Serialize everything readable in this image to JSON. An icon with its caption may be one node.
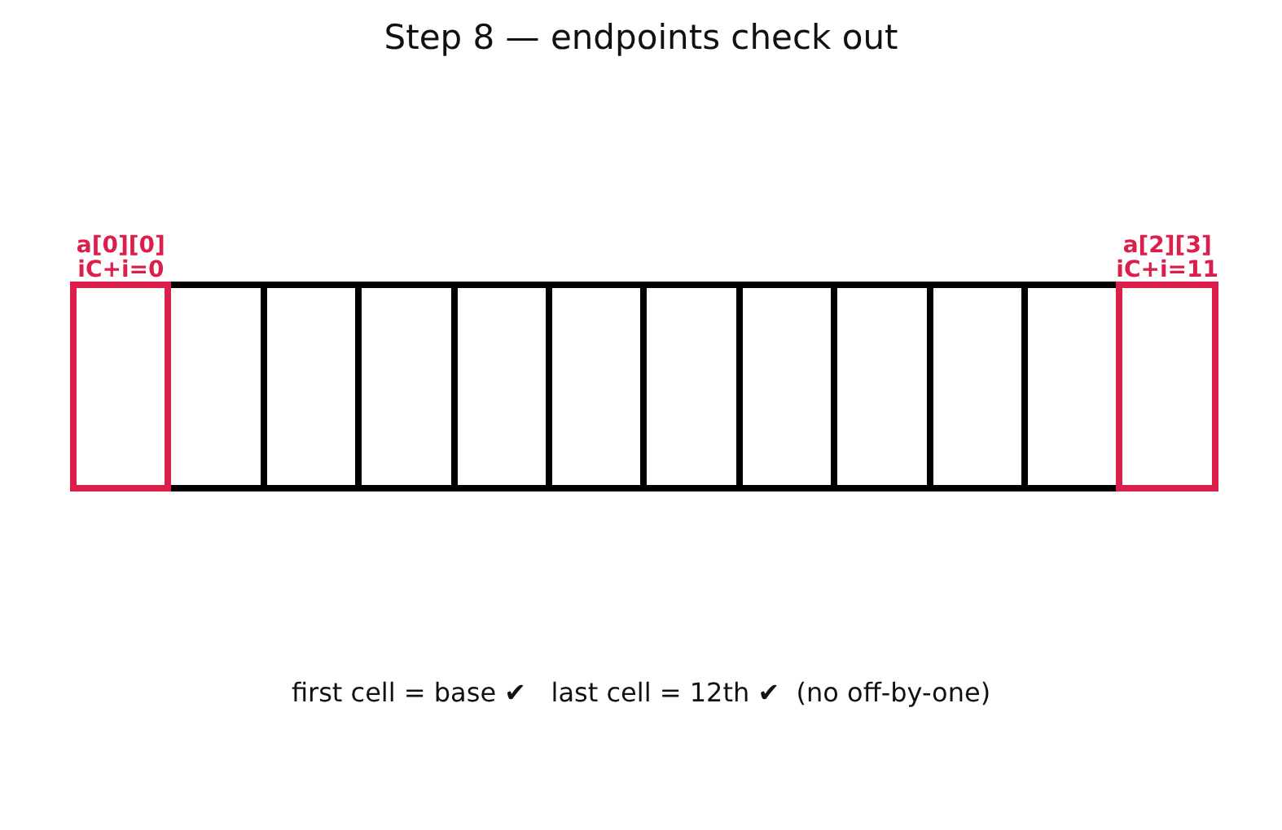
{
  "diagram": {
    "title": "Step 8 — endpoints check out",
    "nodes": [
      {
        "text": [
          "a[0][0]",
          "iC+i=0"
        ]
      },
      {
        "text": [],
        "shape": "box"
      },
      {
        "text": [],
        "shape": "box"
      },
      {
        "text": [],
        "shape": "box"
      },
      {
        "text": [],
        "shape": "box"
      },
      {
        "text": [],
        "shape": "box"
      },
      {
        "text": [],
        "shape": "box"
      },
      {
        "text": [],
        "shape": "box"
      },
      {
        "text": [],
        "shape": "box"
      },
      {
        "text": [],
        "shape": "box"
      },
      {
        "text": [],
        "shape": "box"
      },
      {
        "text": [
          "a[2][3]",
          "iC+i=11"
        ]
      }
    ],
    "edges": [],
    "caption": "first cell = base ✔   last cell = 12th ✔  (no off-by-one)"
  }
}
